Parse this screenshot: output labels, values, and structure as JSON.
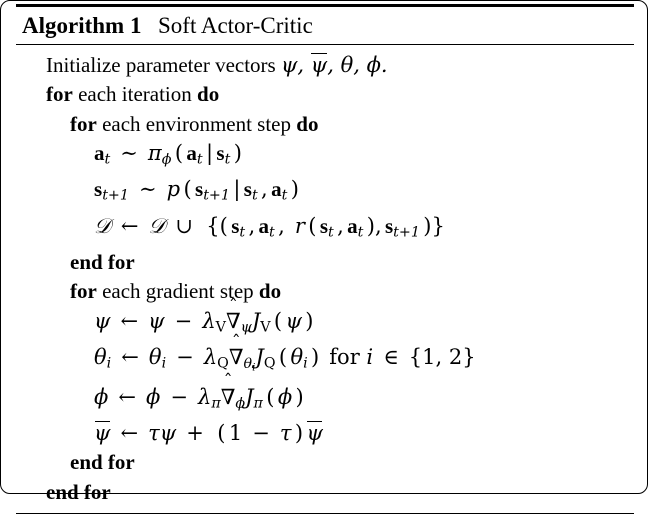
{
  "document": {
    "type": "algorithm-pseudocode-block",
    "title_keyword": "Algorithm 1",
    "title_name": "Soft Actor-Critic"
  },
  "keywords": {
    "for": "for",
    "do": "do",
    "end_for": "end for"
  },
  "lines": [
    {
      "id": "line-initialize",
      "indent": 1,
      "text": "Initialize parameter vectors ψ, ψ̄, θ, ϕ."
    },
    {
      "id": "line-for-iteration",
      "indent": 1,
      "text": "for each iteration do"
    },
    {
      "id": "line-for-env-step",
      "indent": 2,
      "text": "for each environment step do"
    },
    {
      "id": "line-sample-action",
      "indent": 3,
      "text": "a_t ∼ π_ϕ(a_t|s_t)"
    },
    {
      "id": "line-sample-next-state",
      "indent": 3,
      "text": "s_{t+1} ∼ p(s_{t+1}|s_t, a_t)"
    },
    {
      "id": "line-replay-buffer",
      "indent": 3,
      "text": "D ← D ∪ {(s_t, a_t, r(s_t, a_t), s_{t+1})}"
    },
    {
      "id": "line-end-for-env-step",
      "indent": 2,
      "text": "end for"
    },
    {
      "id": "line-for-gradient-step",
      "indent": 2,
      "text": "for each gradient step do"
    },
    {
      "id": "line-update-psi",
      "indent": 3,
      "text": "ψ ← ψ − λ_V ∇̂_ψ J_V(ψ)"
    },
    {
      "id": "line-update-theta",
      "indent": 3,
      "text": "θ_i ← θ_i − λ_Q ∇̂_{θ_i} J_Q(θ_i) for i ∈ {1, 2}"
    },
    {
      "id": "line-update-phi",
      "indent": 3,
      "text": "ϕ ← ϕ − λ_π ∇̂_ϕ J_π(ϕ)"
    },
    {
      "id": "line-update-target",
      "indent": 3,
      "text": "ψ̄ ← τψ + (1 − τ)ψ̄"
    },
    {
      "id": "line-end-for-gradient-step",
      "indent": 2,
      "text": "end for"
    },
    {
      "id": "line-end-for-iteration",
      "indent": 1,
      "text": "end for"
    }
  ],
  "symbols": {
    "psi": "ψ",
    "psi_bar": "ψ̄",
    "theta": "θ",
    "phi": "ϕ",
    "pi": "π",
    "lambda": "λ",
    "tau": "τ",
    "nabla_hat": "∇̂",
    "dataset": "D",
    "sim": "∼",
    "leftarrow": "←",
    "union": "∪",
    "elem": "∈",
    "minus": "−",
    "plus": "+",
    "index_set": "{1, 2}"
  },
  "colors": {
    "text": "#000000",
    "background": "#ffffff",
    "rule": "#000000"
  }
}
